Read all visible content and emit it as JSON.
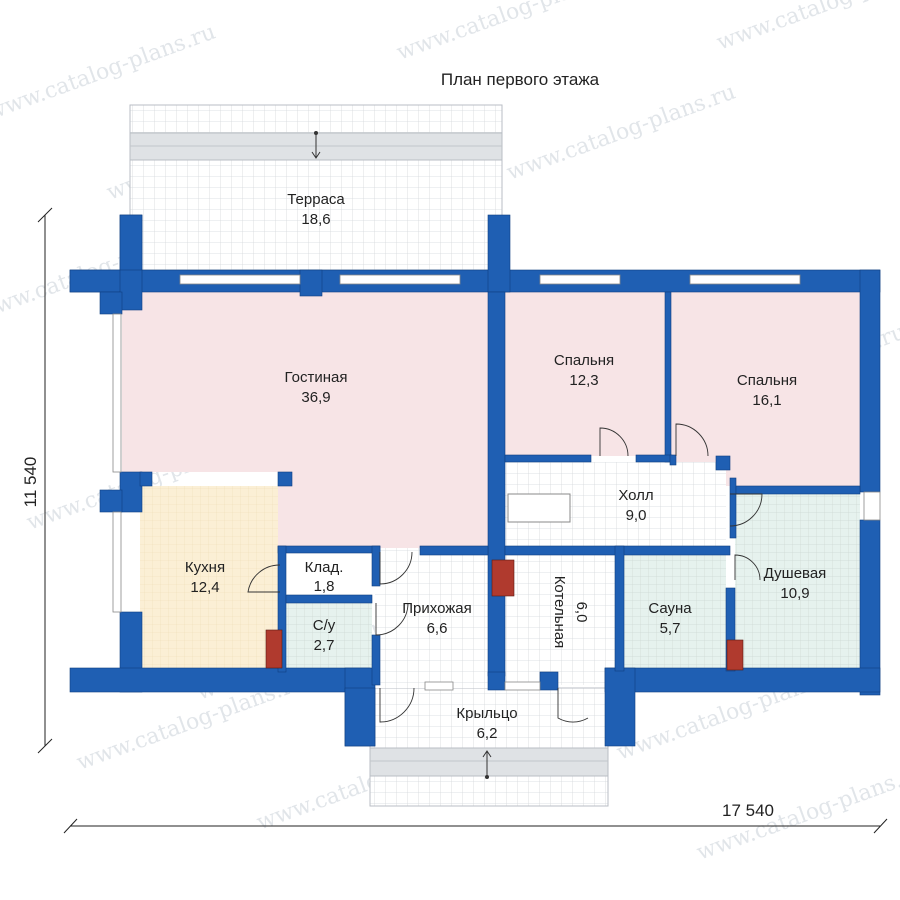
{
  "plan": {
    "title": "План первого этажа",
    "watermark": "www.catalog-plans.ru",
    "dimensions": {
      "width": "17 540",
      "height": "11 540"
    },
    "colors": {
      "wall": "#1f5fb3",
      "living": "#f7e4e6",
      "kitchen": "#fbefd5",
      "wet": "#e6f2ee",
      "tile_line": "#d3d7db",
      "stove": "#b03a2e"
    },
    "rooms": [
      {
        "id": "terrace",
        "name": "Терраса",
        "area": "18,6"
      },
      {
        "id": "living",
        "name": "Гостиная",
        "area": "36,9"
      },
      {
        "id": "bedroom1",
        "name": "Спальня",
        "area": "12,3"
      },
      {
        "id": "bedroom2",
        "name": "Спальня",
        "area": "16,1"
      },
      {
        "id": "hall",
        "name": "Холл",
        "area": "9,0"
      },
      {
        "id": "kitchen",
        "name": "Кухня",
        "area": "12,4"
      },
      {
        "id": "pantry",
        "name": "Клад.",
        "area": "1,8"
      },
      {
        "id": "wc",
        "name": "С/у",
        "area": "2,7"
      },
      {
        "id": "entry",
        "name": "Прихожая",
        "area": "6,6"
      },
      {
        "id": "boiler",
        "name": "Котельная",
        "area": "6,0"
      },
      {
        "id": "sauna",
        "name": "Сауна",
        "area": "5,7"
      },
      {
        "id": "shower",
        "name": "Душевая",
        "area": "10,9"
      },
      {
        "id": "porch",
        "name": "Крыльцо",
        "area": "6,2"
      }
    ]
  }
}
